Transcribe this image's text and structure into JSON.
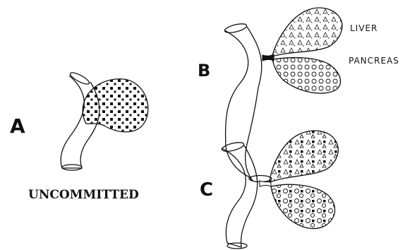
{
  "panels": {
    "a": {
      "letter": "A"
    },
    "b": {
      "letter": "B"
    },
    "c": {
      "letter": "C"
    }
  },
  "labels": {
    "liver": "LIVER",
    "pancreas": "PANCREAS",
    "uncommitted": "UNCOMMITTED"
  },
  "fill_patterns": {
    "uncommitted_bud": "filled-squares",
    "liver_bud": "triangles",
    "pancreas_bud": "circles",
    "mixed_buds": "triangles-circles-and-squares"
  }
}
